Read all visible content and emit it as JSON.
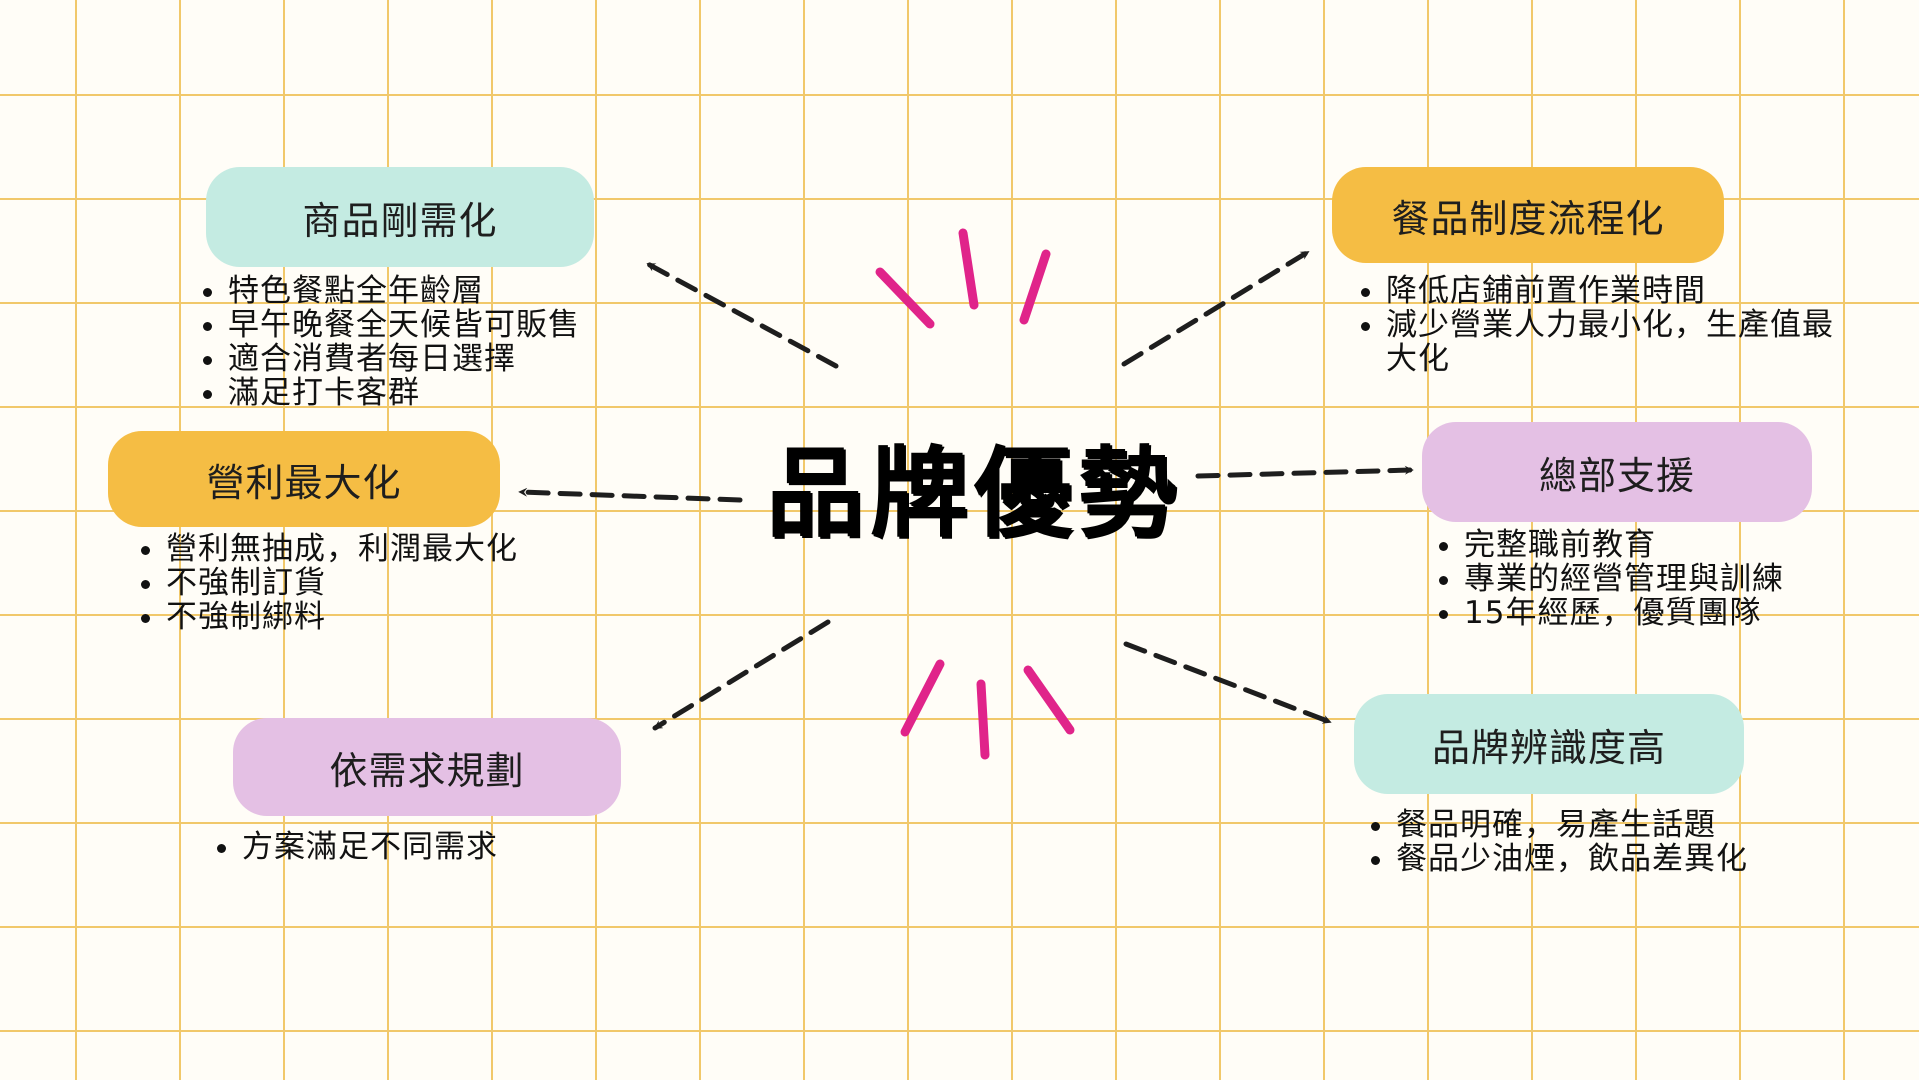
{
  "title": "品牌優勢",
  "colors": {
    "teal": "#c4ebe2",
    "orange": "#f5bd44",
    "purple": "#e4c0e4",
    "burst": "#e0248a",
    "arrow": "#1e1e1e",
    "grid": "#f1c86a"
  },
  "nodes": {
    "product": {
      "label": "商品剛需化",
      "items": [
        "特色餐點全年齡層",
        "早午晚餐全天候皆可販售",
        "適合消費者每日選擇",
        "滿足打卡客群"
      ]
    },
    "profit": {
      "label": "營利最大化",
      "items": [
        "營利無抽成，利潤最大化",
        "不強制訂貨",
        "不強制綁料"
      ]
    },
    "plan": {
      "label": "依需求規劃",
      "items": [
        "方案滿足不同需求"
      ]
    },
    "process": {
      "label": "餐品制度流程化",
      "items": [
        "降低店鋪前置作業時間",
        "減少營業人力最小化，生產值最大化"
      ]
    },
    "support": {
      "label": "總部支援",
      "items": [
        "完整職前教育",
        "專業的經營管理與訓練",
        "15年經歷，優質團隊"
      ]
    },
    "recognition": {
      "label": "品牌辨識度高",
      "items": [
        "餐品明確，易產生話題",
        "餐品少油煙，飲品差異化"
      ]
    }
  }
}
